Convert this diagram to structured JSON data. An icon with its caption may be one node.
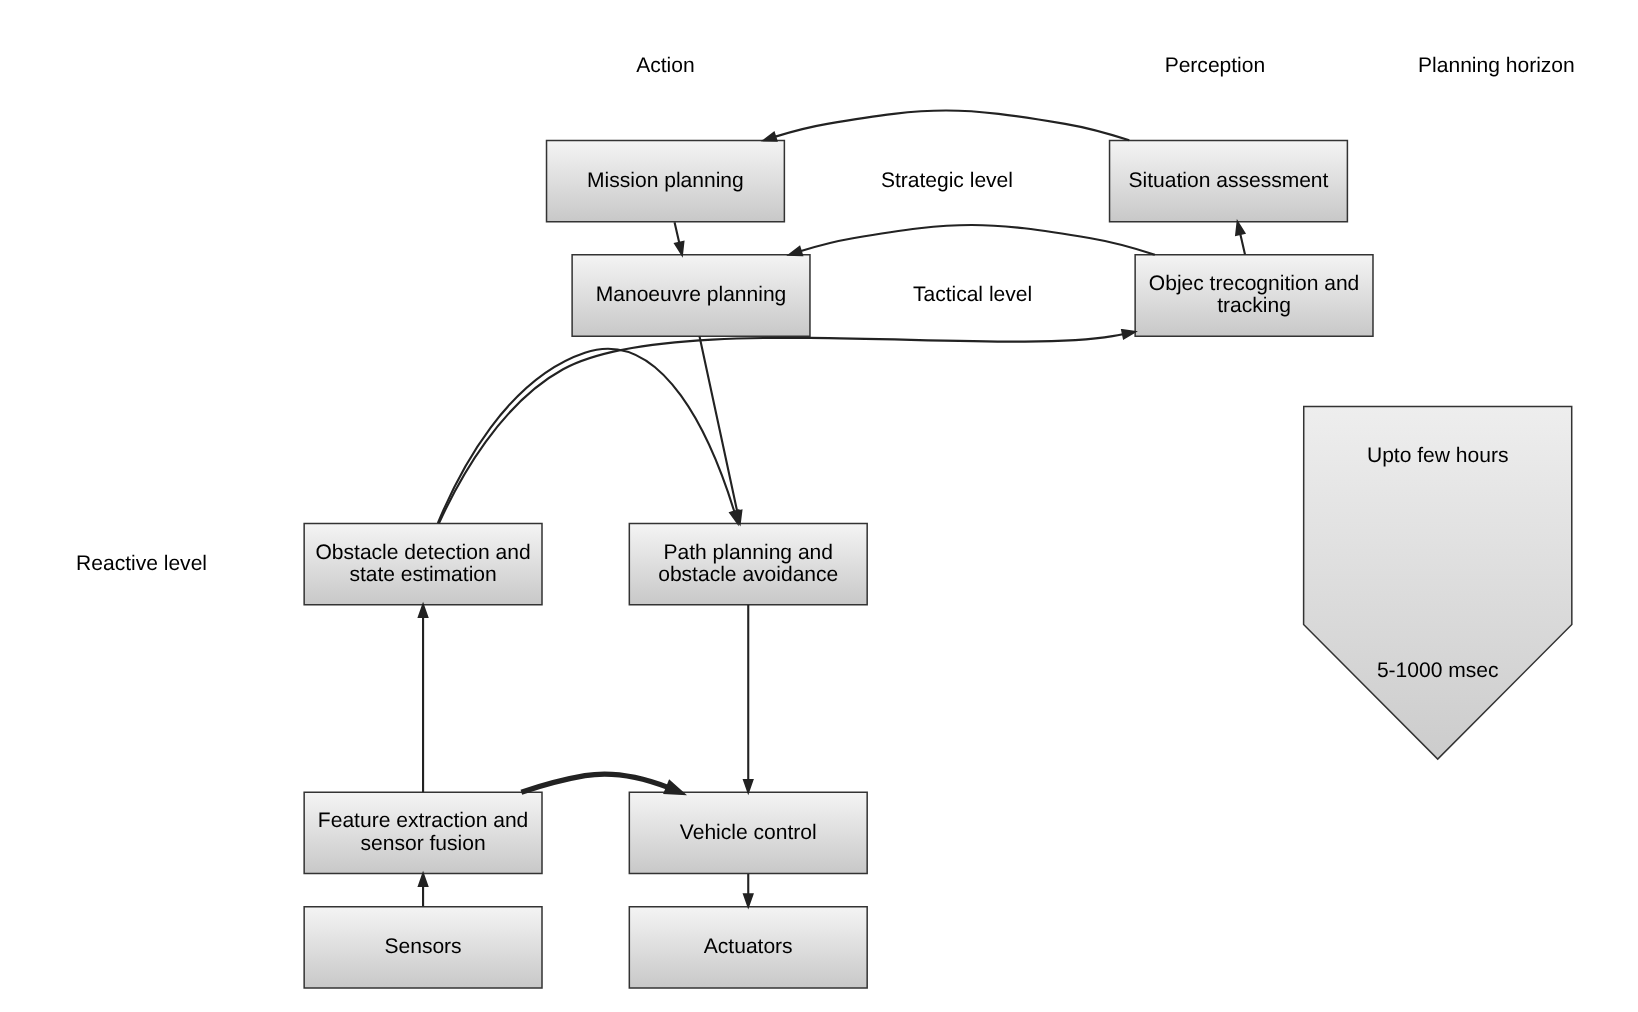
{
  "diagram": {
    "nodes": [
      {
        "text": [
          "Situation assessment"
        ]
      },
      {
        "text": [
          "Mission planning"
        ]
      },
      {
        "text": [
          "Objec trecognition and tracking"
        ]
      },
      {
        "text": [
          "Manoeuvre planning"
        ]
      },
      {
        "text": [
          "Obstacle detection and state estimation"
        ]
      },
      {
        "text": [
          "Path planning and obstacle avoidance"
        ]
      },
      {
        "text": [
          "Feature extraction and sensor fusion"
        ]
      },
      {
        "text": [
          "Vehicle control"
        ]
      },
      {
        "text": [
          "Sensors"
        ]
      },
      {
        "text": [
          "Actuators"
        ]
      },
      {
        "text": [
          "Upto few hours",
          "5-1000 msec"
        ]
      }
    ],
    "edges": [
      {
        "from": 0,
        "to": 1,
        "arrow": "to"
      },
      {
        "from": 2,
        "to": 3,
        "arrow": "to"
      },
      {
        "from": 4,
        "to": 5,
        "arrow": "to"
      },
      {
        "from": 6,
        "to": 7,
        "arrow": "to",
        "style": "thick"
      },
      {
        "from": 8,
        "to": 6,
        "arrow": "to"
      },
      {
        "from": 6,
        "to": 4,
        "arrow": "to"
      },
      {
        "from": 4,
        "to": 2,
        "arrow": "to"
      },
      {
        "from": 2,
        "to": 0,
        "arrow": "to"
      },
      {
        "from": 1,
        "to": 3,
        "arrow": "to"
      },
      {
        "from": 3,
        "to": 5,
        "arrow": "to"
      },
      {
        "from": 5,
        "to": 7,
        "arrow": "to"
      },
      {
        "from": 7,
        "to": 9,
        "arrow": "to"
      }
    ],
    "labels": [
      "Perception",
      "Action",
      "Planning horizon",
      "Strategic level",
      "Tactical level",
      "Reactive level"
    ]
  }
}
